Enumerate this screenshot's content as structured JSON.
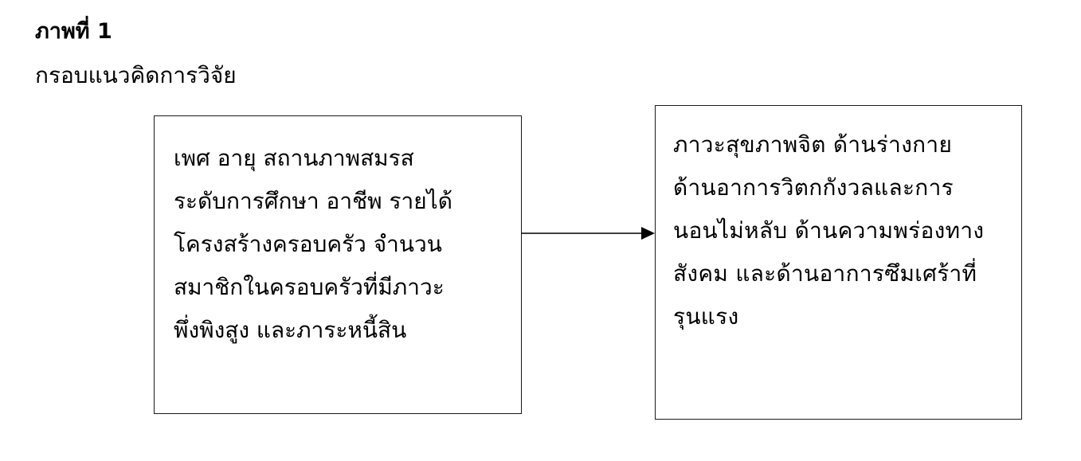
{
  "figure": {
    "label": "ภาพที่ 1",
    "caption": "กรอบแนวคิดการวิจัย"
  },
  "diagram": {
    "independent_variables": {
      "lines": [
        "เพศ อายุ สถานภาพสมรส",
        "ระดับการศึกษา อาชีพ รายได้",
        "โครงสร้างครอบครัว จำนวน",
        "สมาชิกในครอบครัวที่มีภาวะ",
        "พึ่งพิงสูง และภาระหนี้สิน"
      ]
    },
    "dependent_variables": {
      "lines": [
        "ภาวะสุขภาพจิต ด้านร่างกาย",
        "ด้านอาการวิตกกังวลและการ",
        "นอนไม่หลับ ด้านความพร่องทาง",
        "สังคม และด้านอาการซึมเศร้าที่",
        "รุนแรง"
      ]
    },
    "connector": {
      "type": "arrow",
      "direction": "left-to-right",
      "from": "independent_variables",
      "to": "dependent_variables",
      "color": "#000000"
    },
    "border_color": "#1a1a1a"
  }
}
